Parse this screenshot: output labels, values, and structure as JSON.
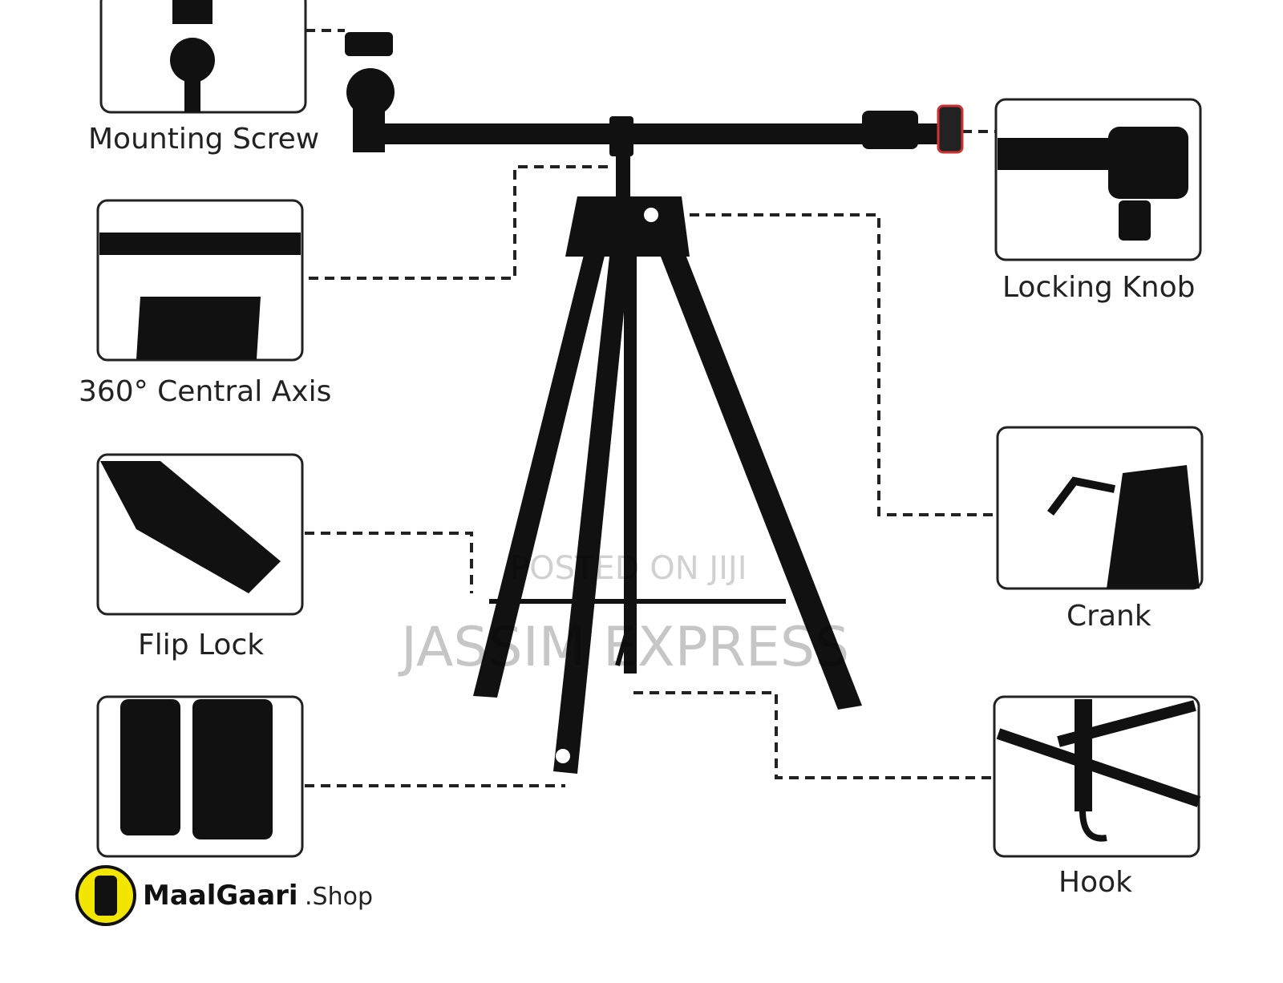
{
  "callouts": {
    "mounting_screw": "Mounting Screw",
    "central_axis": "360° Central Axis",
    "flip_lock": "Flip Lock",
    "locking_knob": "Locking Knob",
    "crank": "Crank",
    "hook": "Hook"
  },
  "watermarks": {
    "posted": "POSTED ON JIJI",
    "seller": "JASSIM EXPRESS"
  },
  "logo": {
    "brand": "MaalGaari",
    "suffix": ".Shop",
    "badge_color": "#f2e600"
  }
}
